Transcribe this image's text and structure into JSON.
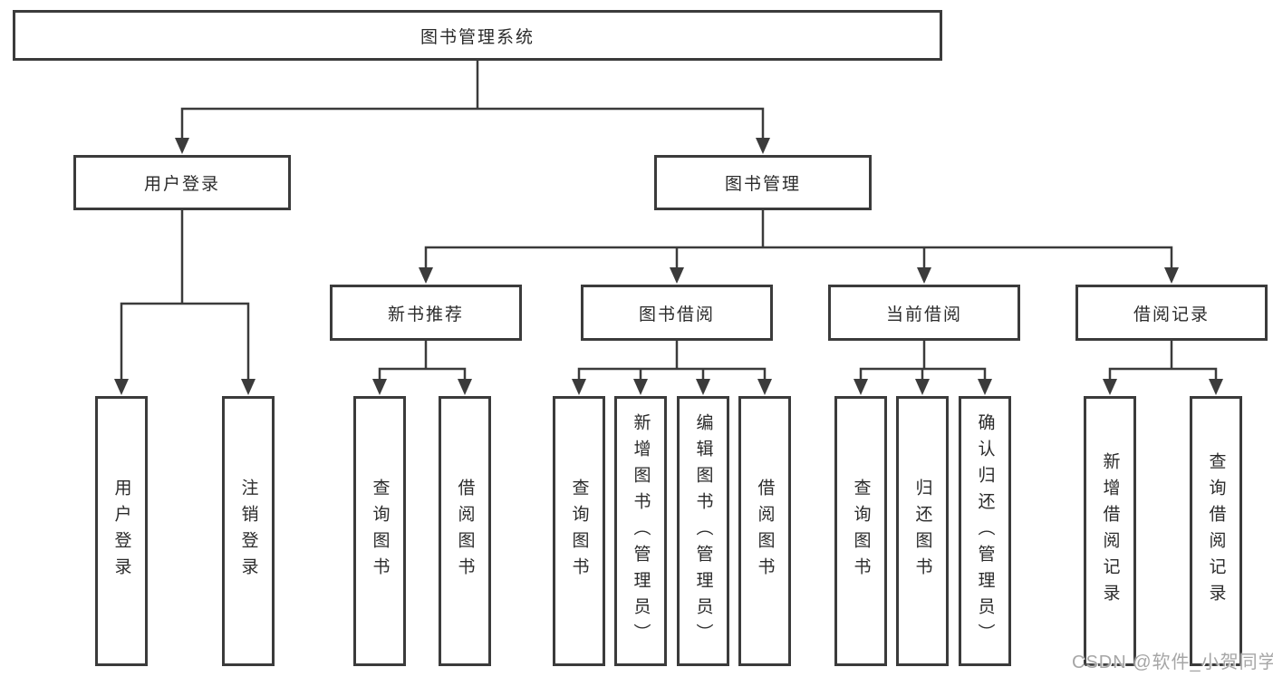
{
  "diagram": {
    "root": {
      "label": "图书管理系统"
    },
    "branches": [
      {
        "label": "用户登录",
        "children": [
          "用户登录",
          "注销登录"
        ]
      },
      {
        "label": "图书管理",
        "sections": [
          {
            "label": "新书推荐",
            "children": [
              "查询图书",
              "借阅图书"
            ]
          },
          {
            "label": "图书借阅",
            "children": [
              "查询图书",
              "新增图书（管理员）",
              "编辑图书（管理员）",
              "借阅图书"
            ]
          },
          {
            "label": "当前借阅",
            "children": [
              "查询图书",
              "归还图书",
              "确认归还（管理员）"
            ]
          },
          {
            "label": "借阅记录",
            "children": [
              "新增借阅记录",
              "查询借阅记录"
            ]
          }
        ]
      }
    ]
  },
  "watermark": {
    "text": "CSDN @软件_小贺同学"
  },
  "colors": {
    "line": "#3b3b3b",
    "box_border": "#3b3b3b",
    "text": "#2b2b2b",
    "watermark": "#a6a6a6",
    "background": "#ffffff"
  }
}
